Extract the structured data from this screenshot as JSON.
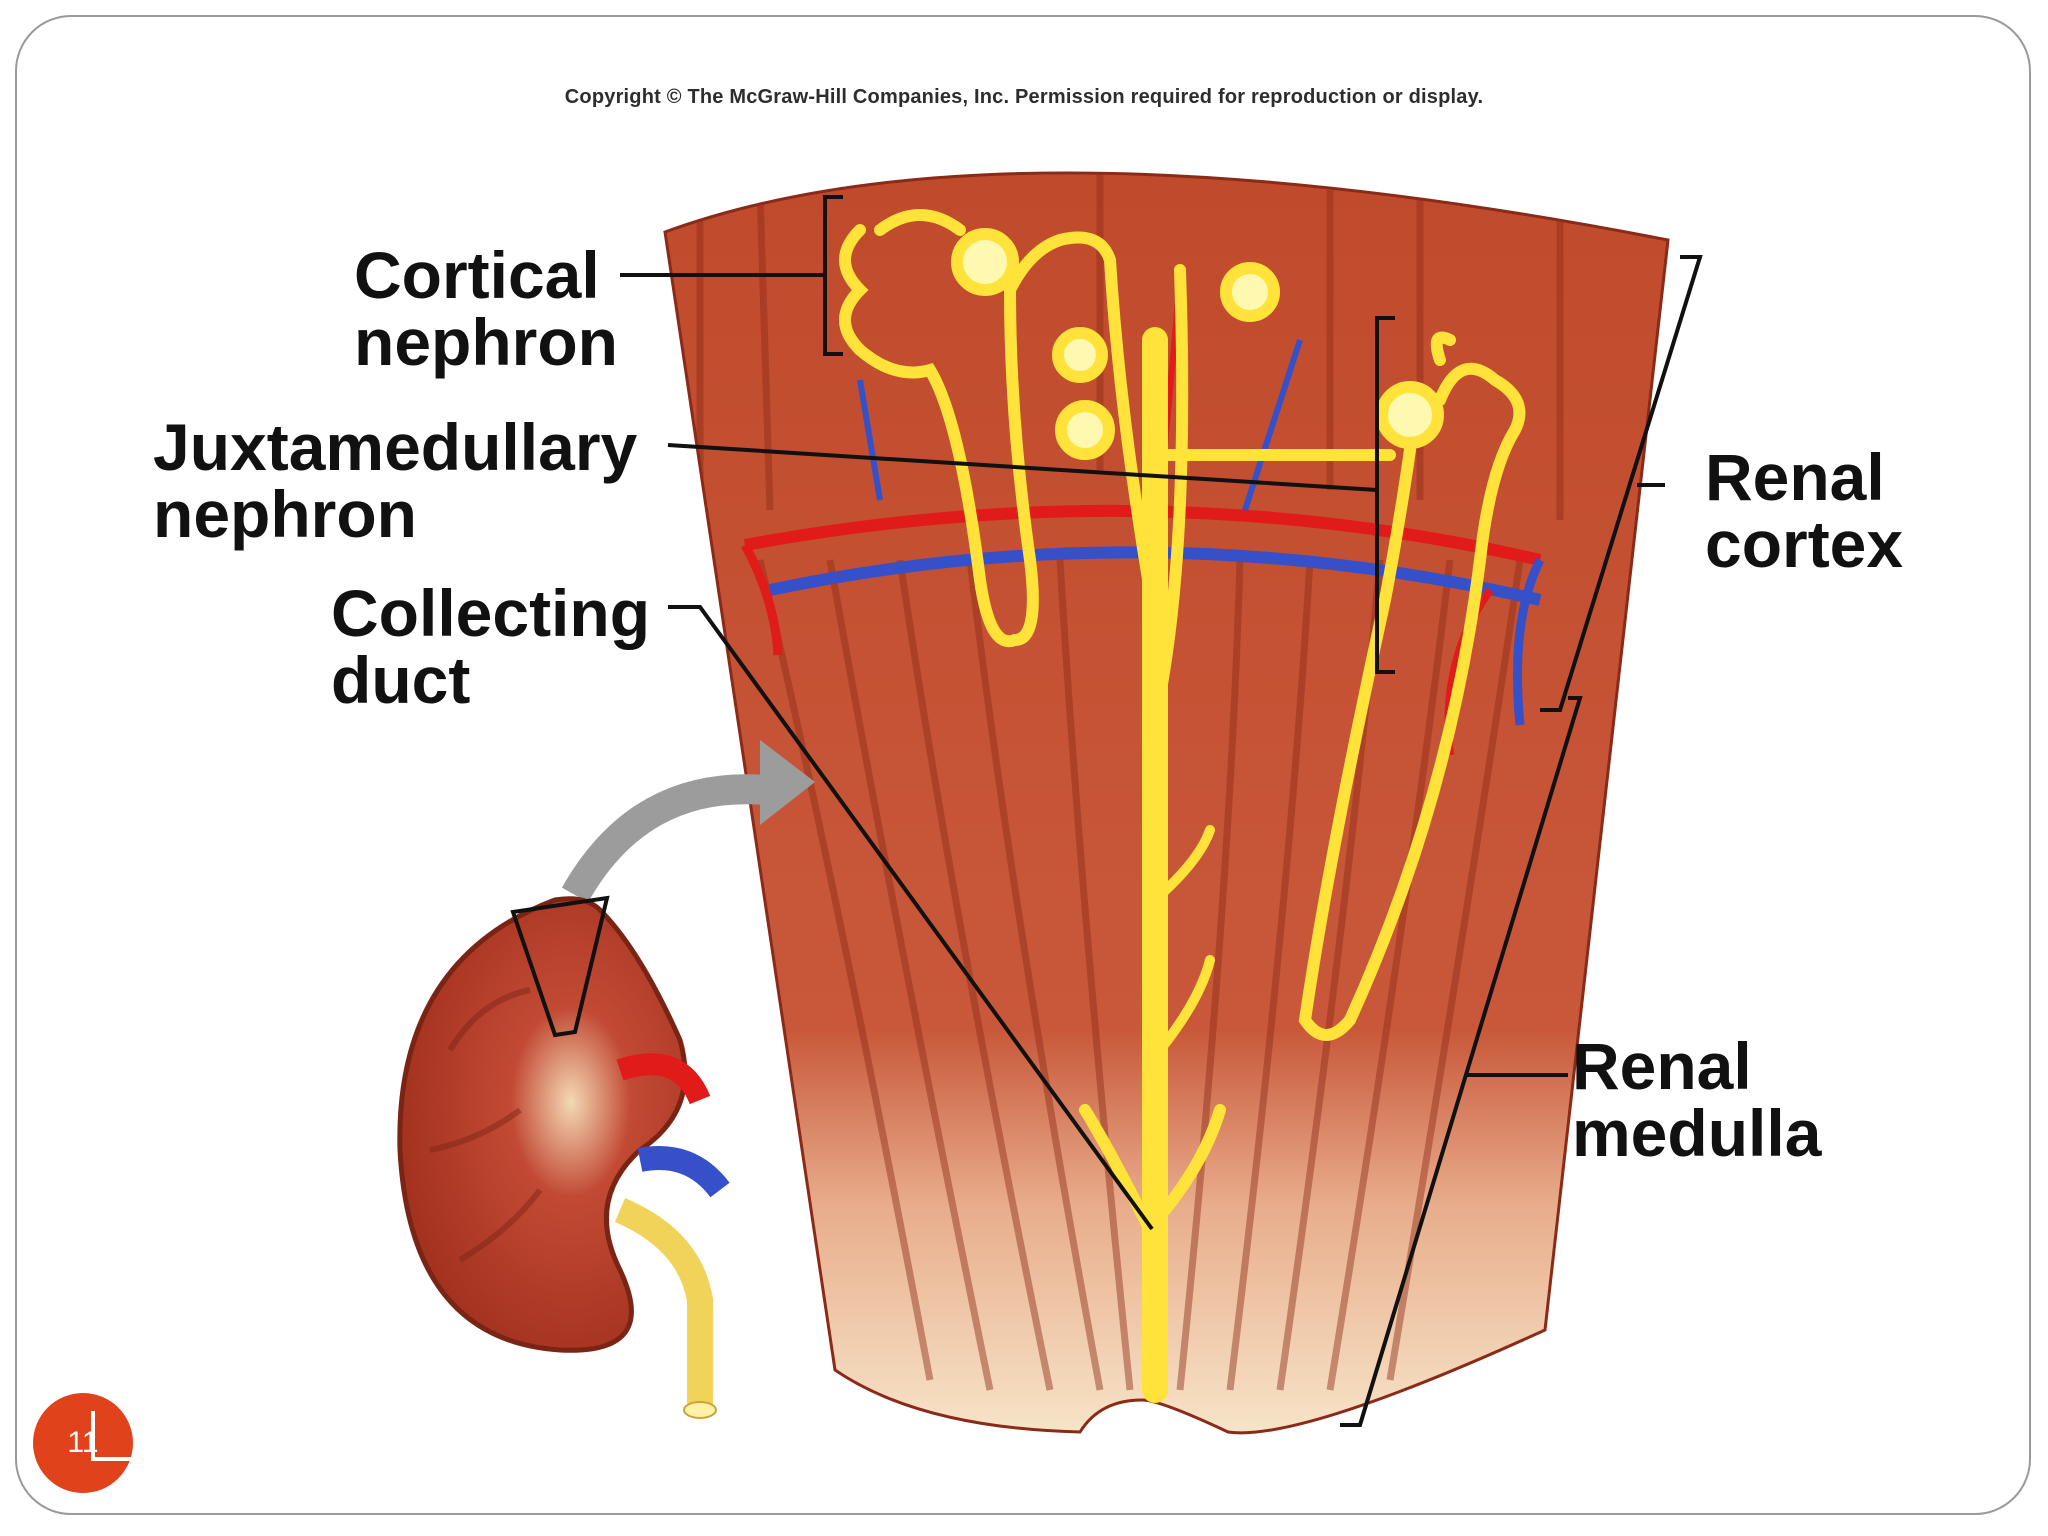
{
  "copyright": "Copyright © The McGraw-Hill Companies, Inc. Permission required for reproduction or display.",
  "labels": {
    "cortical_nephron": [
      "Cortical",
      "nephron"
    ],
    "juxtamedullary_nephron": [
      "Juxtamedullary",
      "nephron"
    ],
    "collecting_duct": [
      "Collecting",
      "duct"
    ],
    "renal_cortex": [
      "Renal",
      "cortex"
    ],
    "renal_medulla": [
      "Renal",
      "medulla"
    ]
  },
  "slide_number": "11",
  "colors": {
    "tissue": "#c24a2c",
    "tissue_light": "#f5dfc4",
    "tubule": "#fff04a",
    "artery": "#e11a1a",
    "vein": "#3550c8",
    "accent": "#e0421b"
  }
}
